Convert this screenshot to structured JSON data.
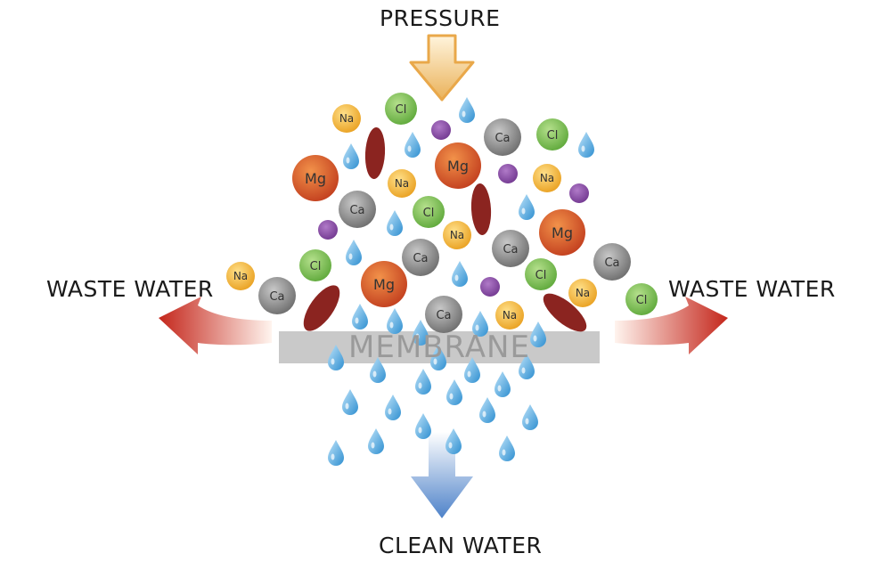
{
  "labels": {
    "pressure": "PRESSURE",
    "waste_left": "WASTE WATER",
    "waste_right": "WASTE WATER",
    "membrane": "MEMBRANE",
    "clean": "CLEAN WATER"
  },
  "ions": {
    "na": "Na",
    "cl": "Cl",
    "ca": "Ca",
    "mg": "Mg"
  },
  "colors": {
    "na": "#f2b43a",
    "cl": "#7cc04b",
    "ca": "#8a8a8a",
    "mg": "#d9582a",
    "purple": "#8a4da3",
    "bacteria": "#8b2420",
    "water": "#3ea0dc",
    "membrane": "#c9c9c9",
    "waste_arrow": "#c62a1e",
    "clean_arrow": "#4a7fc8",
    "pressure_arrow": "#f0c070"
  }
}
